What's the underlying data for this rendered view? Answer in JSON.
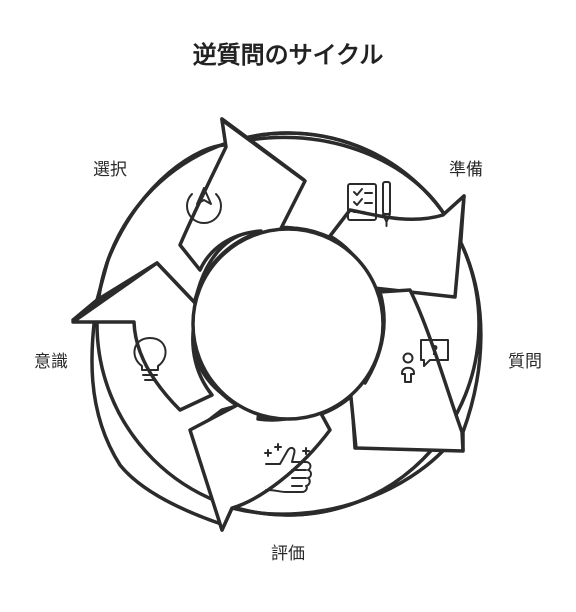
{
  "title": "逆質問のサイクル",
  "stages": [
    {
      "label": "準備",
      "icon": "clipboard-pen-icon"
    },
    {
      "label": "質問",
      "icon": "person-question-icon"
    },
    {
      "label": "評価",
      "icon": "thumbs-up-icon"
    },
    {
      "label": "意識",
      "icon": "lightbulb-icon"
    },
    {
      "label": "選択",
      "icon": "navigation-arrow-icon"
    }
  ],
  "colors": {
    "stroke": "#2b2b2b",
    "fill": "#ffffff",
    "text": "#2a2a2a"
  }
}
